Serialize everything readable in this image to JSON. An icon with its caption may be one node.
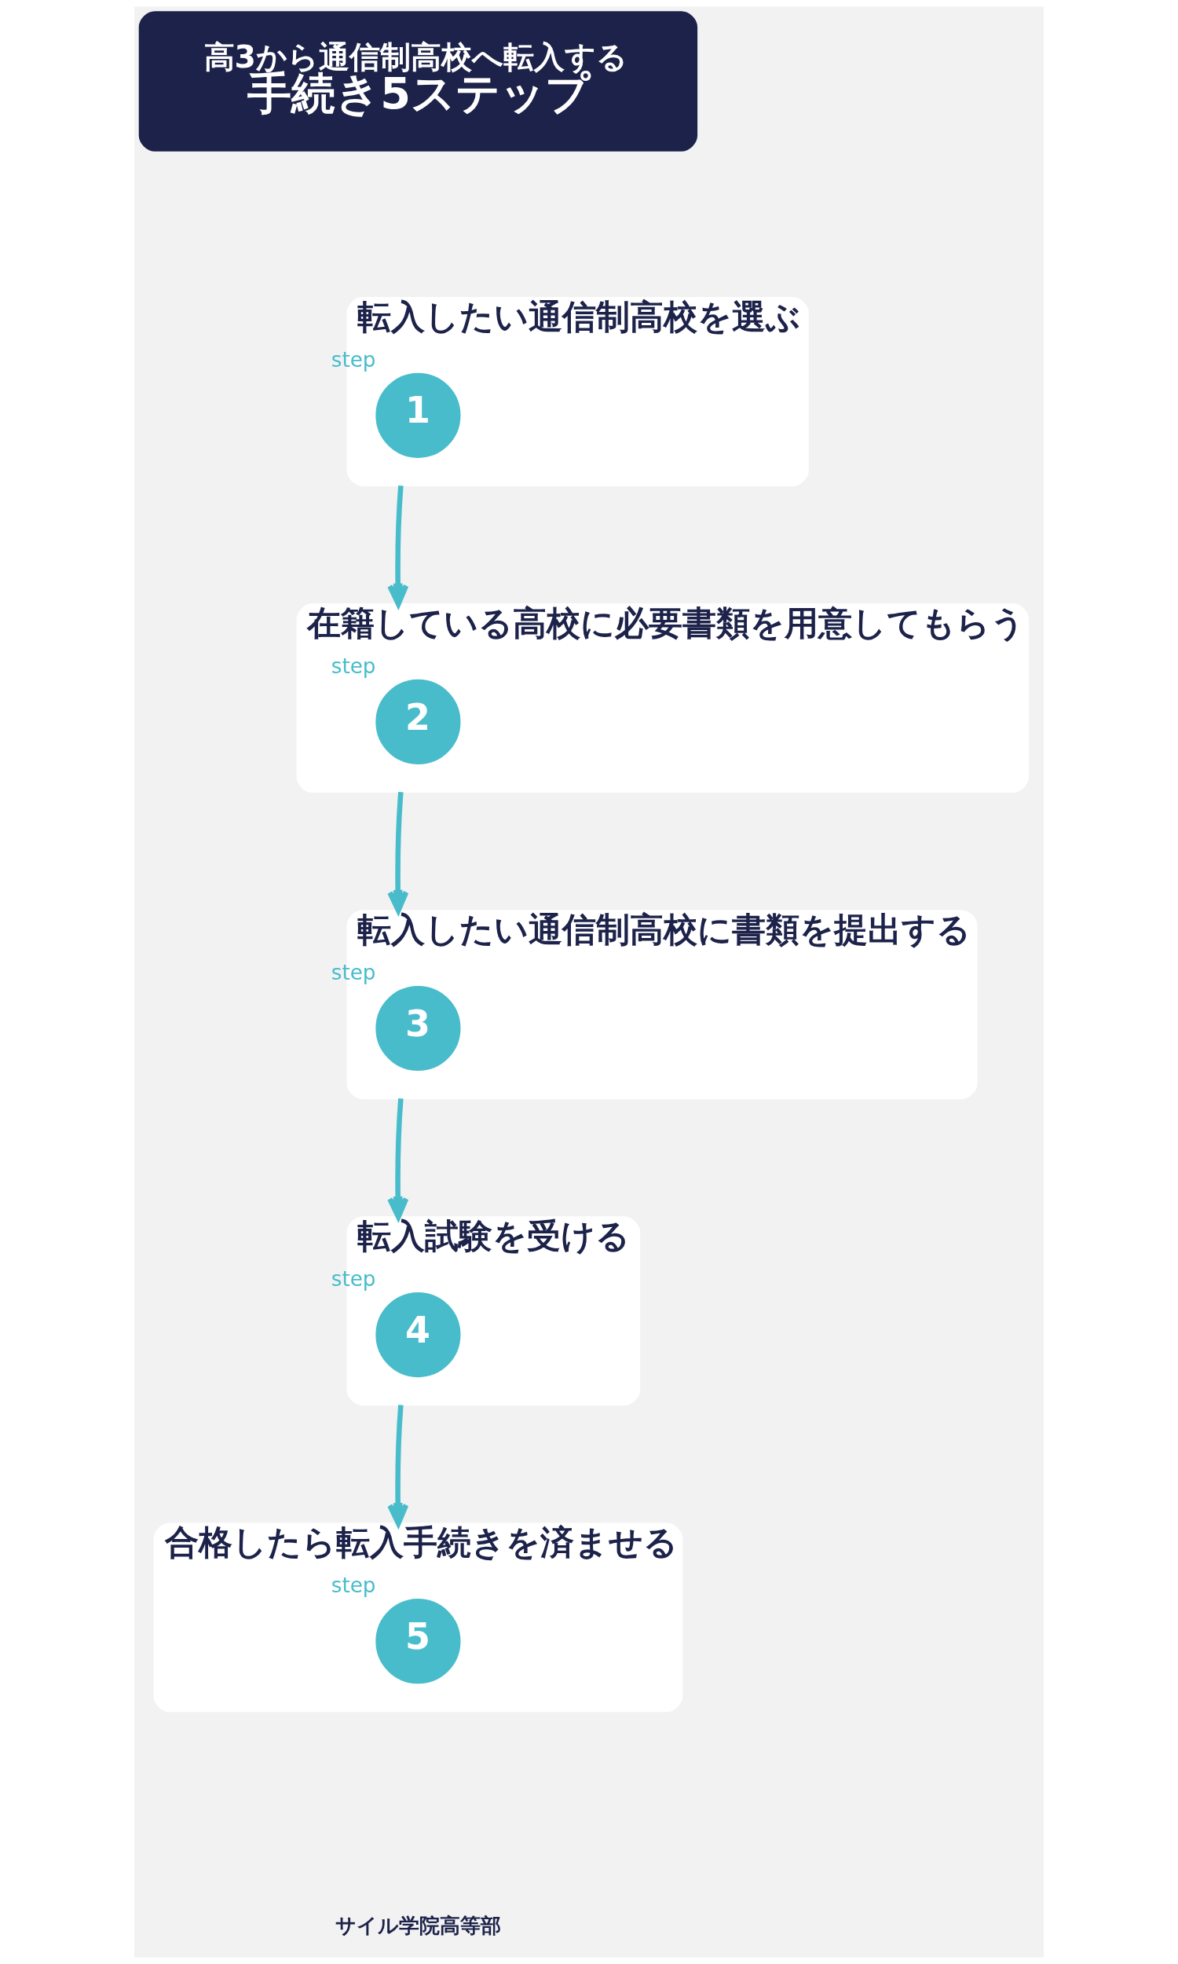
{
  "diagram": {
    "nodes": [
      {
        "text": [
          "高3から通信制高校へ転入する",
          "手続き5ステップ"
        ]
      },
      {
        "text": [
          "転入したい通信制高校を選ぶ"
        ]
      },
      {
        "text": [
          "1"
        ],
        "beside": [
          "step"
        ],
        "in": 1
      },
      {
        "text": [
          "在籍している高校に必要書類を用意してもらう"
        ]
      },
      {
        "text": [
          "2"
        ],
        "beside": [
          "step"
        ],
        "in": 3
      },
      {
        "text": [
          "転入したい通信制高校に書類を提出する"
        ]
      },
      {
        "text": [
          "3"
        ],
        "beside": [
          "step"
        ],
        "in": 5
      },
      {
        "text": [
          "転入試験を受ける"
        ]
      },
      {
        "text": [
          "4"
        ],
        "beside": [
          "step"
        ],
        "in": 7
      },
      {
        "text": [
          "合格したら転入手続きを済ませる"
        ]
      },
      {
        "text": [
          "5"
        ],
        "beside": [
          "step"
        ],
        "in": 9
      }
    ],
    "edges": [
      {
        "from": 1,
        "to": 3,
        "arrow": "to"
      },
      {
        "from": 3,
        "to": 5,
        "arrow": "to"
      },
      {
        "from": 5,
        "to": 7,
        "arrow": "to"
      },
      {
        "from": 7,
        "to": 9,
        "arrow": "to"
      }
    ],
    "labels": [
      "サイル学院高等部"
    ]
  }
}
